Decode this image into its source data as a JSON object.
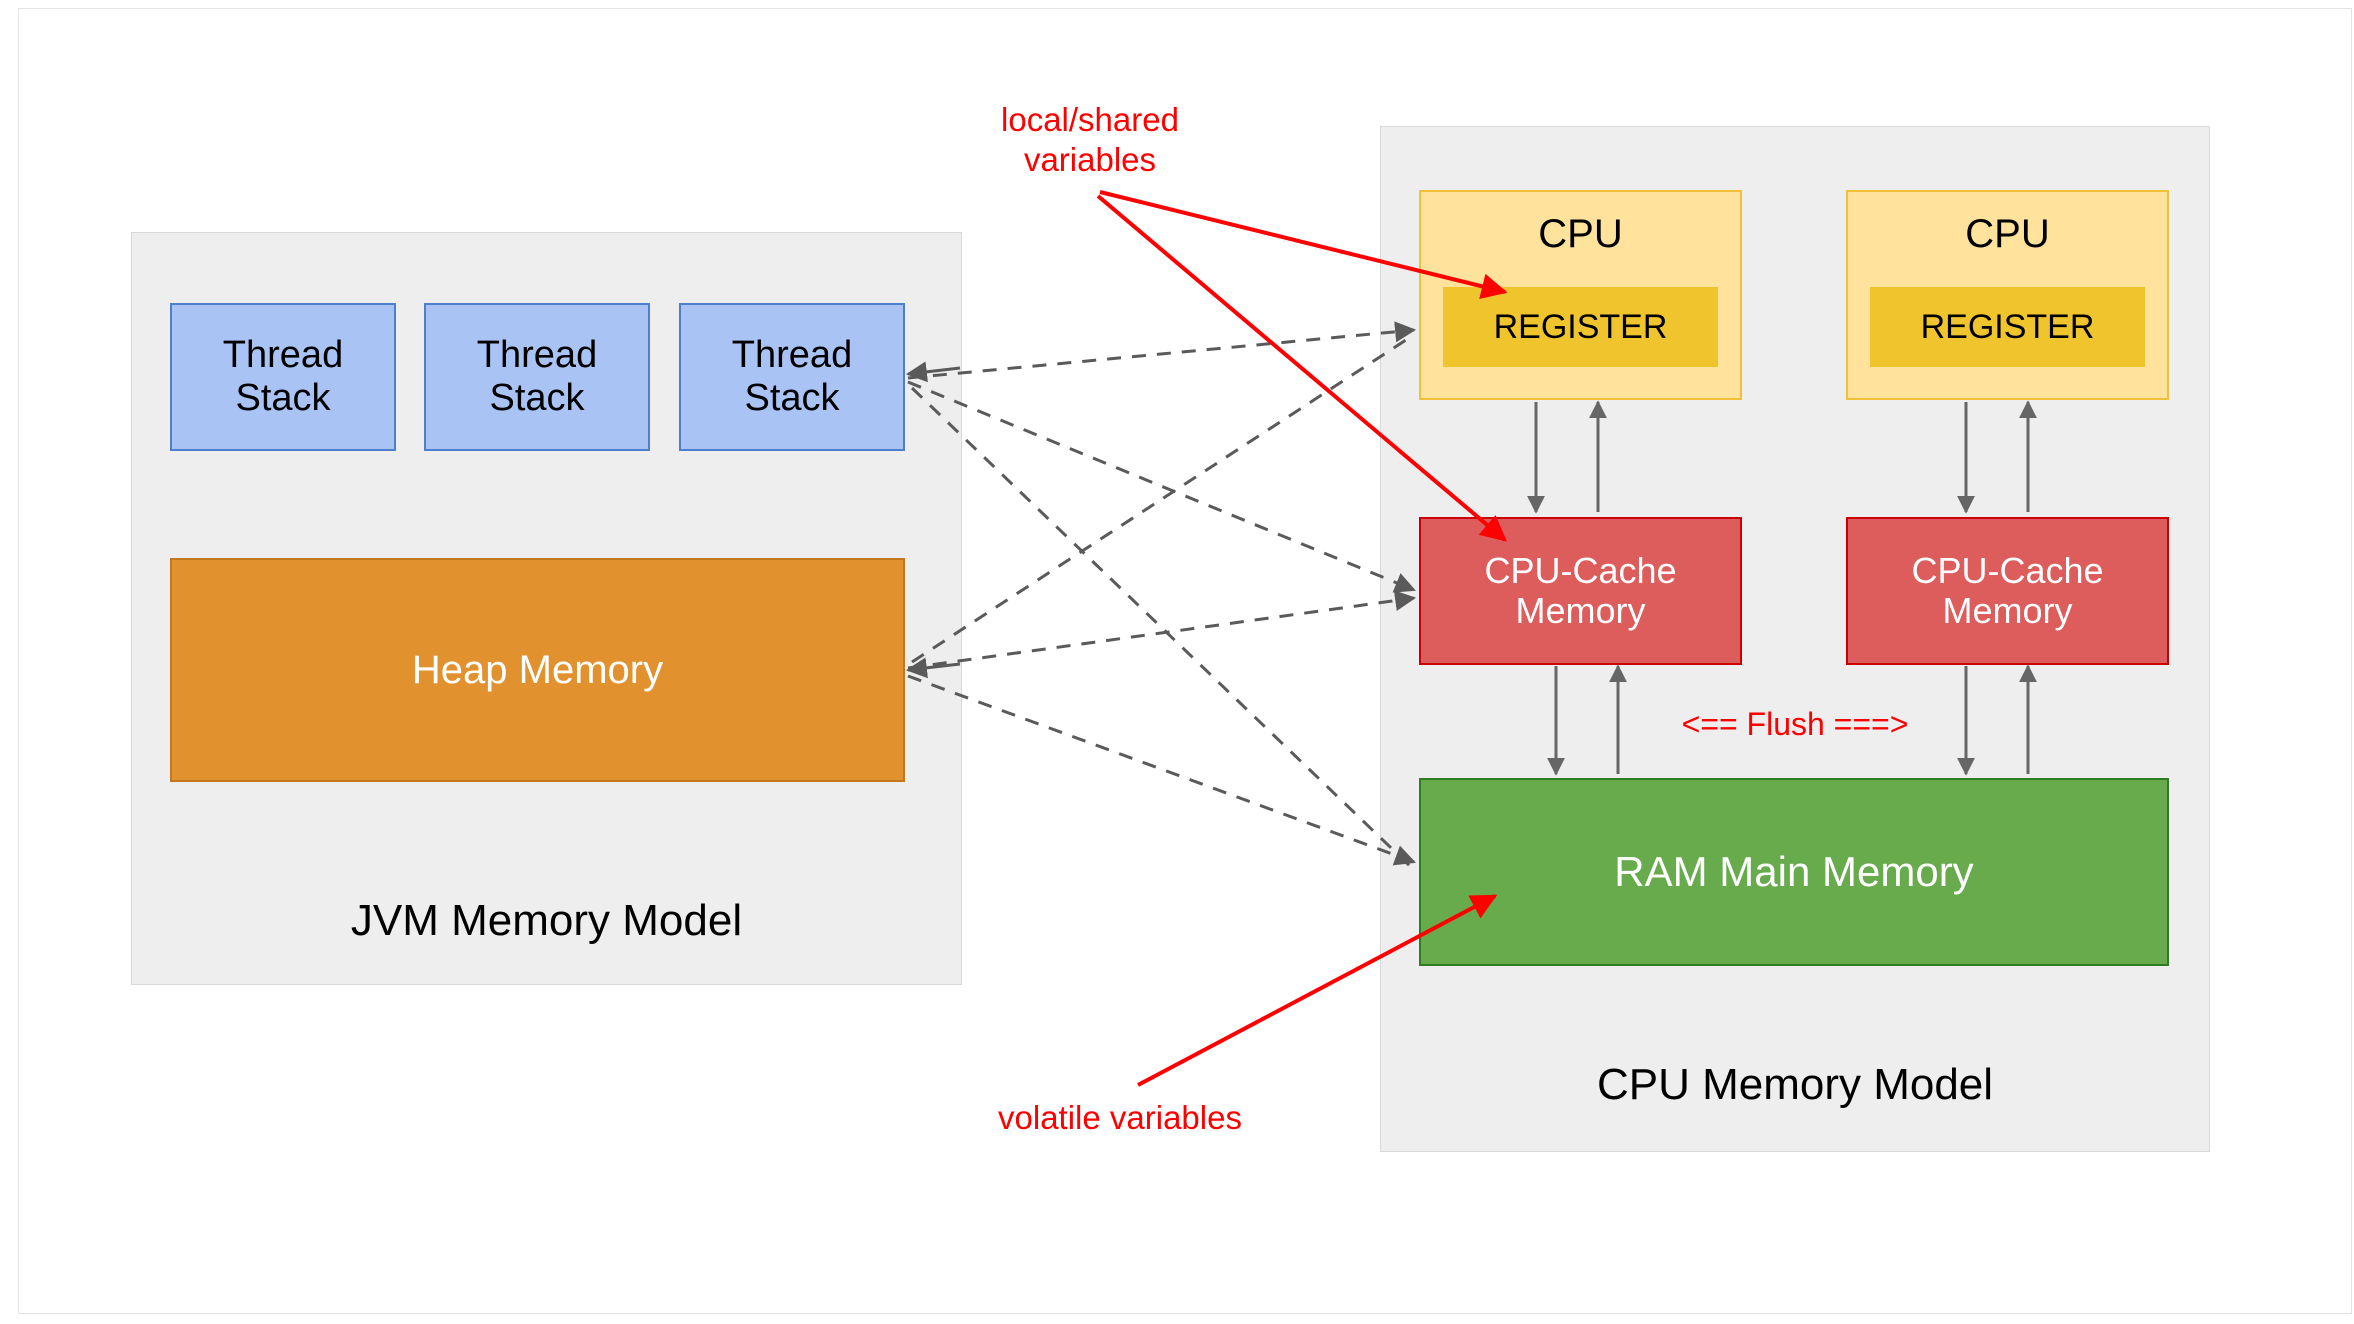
{
  "diagram": {
    "title": "JVM Memory Model and CPU Memory Model",
    "background_color": "#ffffff"
  },
  "jvm_panel": {
    "caption": "JVM Memory Model",
    "panel_color": "#eeeeee",
    "thread_stacks": [
      {
        "label": "Thread\nStack"
      },
      {
        "label": "Thread\nStack"
      },
      {
        "label": "Thread\nStack"
      }
    ],
    "thread_stack_color": "#a9c3f5",
    "thread_stack_border": "#4e7fcc",
    "heap": {
      "label": "Heap Memory",
      "fill": "#e2912f",
      "border": "#c3781f",
      "text_color": "#ffffff"
    }
  },
  "cpu_panel": {
    "caption": "CPU Memory Model",
    "panel_color": "#eeeeee",
    "cpus": [
      {
        "title": "CPU",
        "register_label": "REGISTER"
      },
      {
        "title": "CPU",
        "register_label": "REGISTER"
      }
    ],
    "cpu_fill": "#ffe29c",
    "cpu_border": "#f2c038",
    "register_fill": "#f0c42c",
    "caches": [
      {
        "label": "CPU-Cache\nMemory"
      },
      {
        "label": "CPU-Cache\nMemory"
      }
    ],
    "cache_fill": "#dd5c5c",
    "cache_border": "#cc0000",
    "ram": {
      "label": "RAM Main Memory",
      "fill": "#67ab4c",
      "border": "#2e7d20",
      "text_color": "#ffffff"
    }
  },
  "annotations": {
    "local_shared": "local/shared\nvariables",
    "volatile": "volatile variables",
    "flush": "<== Flush ===>",
    "color": "#ff0000"
  },
  "connector_style": {
    "dashed_color": "#5a5a5a",
    "solid_color": "#666666",
    "red_color": "#ff0000"
  }
}
